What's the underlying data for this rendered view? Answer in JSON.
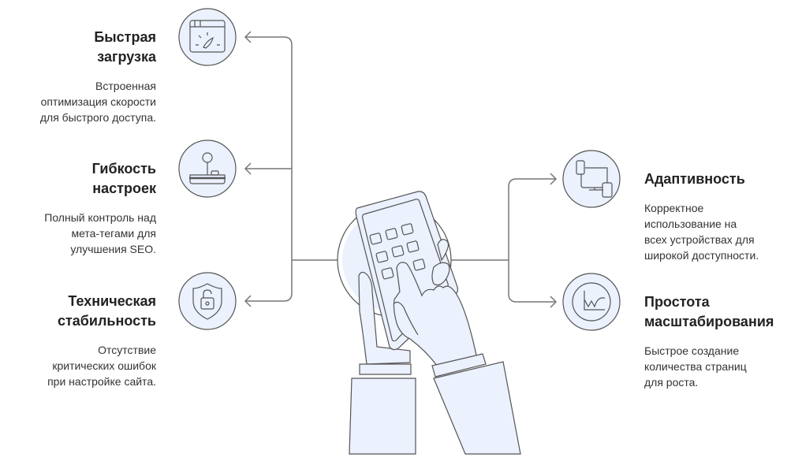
{
  "colors": {
    "fill": "#ebf1fd",
    "stroke": "#555555",
    "line": "#777777"
  },
  "features": [
    {
      "title_lines": [
        "Быстрая",
        "загрузка"
      ],
      "desc_lines": [
        "Встроенная",
        "оптимизация скорости",
        "для быстрого доступа."
      ],
      "icon": "speedometer-icon"
    },
    {
      "title_lines": [
        "Гибкость",
        "настроек"
      ],
      "desc_lines": [
        "Полный контроль над",
        "мета-тегами для",
        "улучшения SEO."
      ],
      "icon": "joystick-icon"
    },
    {
      "title_lines": [
        "Техническая",
        "стабильность"
      ],
      "desc_lines": [
        "Отсутствие",
        "критических ошибок",
        "при настройке сайта."
      ],
      "icon": "shield-lock-icon"
    },
    {
      "title_lines": [
        "Адаптивность"
      ],
      "desc_lines": [
        "Корректное",
        "использование на",
        "всех устройствах для",
        "широкой доступности."
      ],
      "icon": "devices-icon"
    },
    {
      "title_lines": [
        "Простота",
        "масштабирования"
      ],
      "desc_lines": [
        "Быстрое создание",
        "количества страниц",
        "для роста."
      ],
      "icon": "growth-chart-icon"
    }
  ]
}
